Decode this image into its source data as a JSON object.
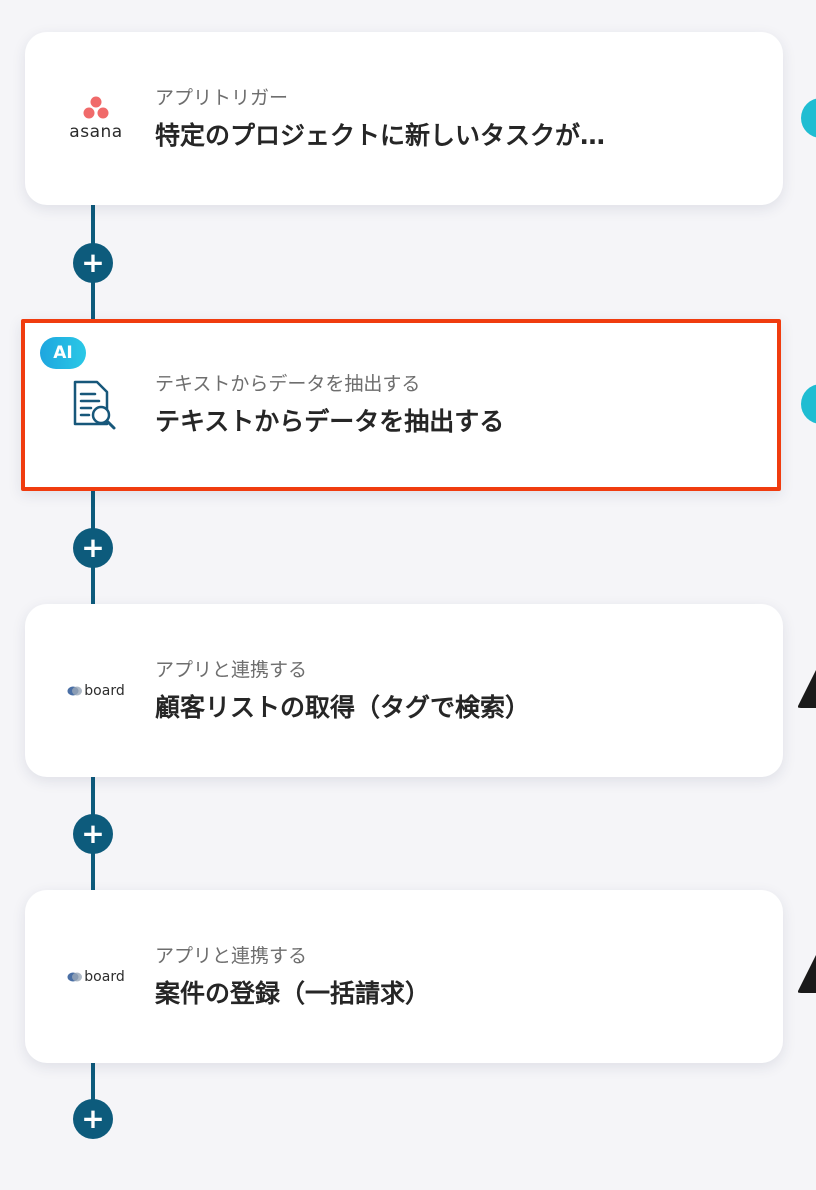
{
  "flow": {
    "steps": [
      {
        "subtitle": "アプリトリガー",
        "title": "特定のプロジェクトに新しいタスクが…",
        "app_icon": "asana-logo",
        "app_logo_text": "asana"
      },
      {
        "badge": "AI",
        "subtitle": "テキストからデータを抽出する",
        "title": "テキストからデータを抽出する",
        "app_icon": "document-search-icon"
      },
      {
        "subtitle": "アプリと連携する",
        "title": "顧客リストの取得（タグで検索）",
        "app_icon": "board-logo",
        "app_logo_text": "board"
      },
      {
        "subtitle": "アプリと連携する",
        "title": "案件の登録（一括請求）",
        "app_icon": "board-logo",
        "app_logo_text": "board"
      }
    ],
    "add_step_label": "+"
  },
  "colors": {
    "flow_line": "#0d5b7c",
    "selected_border": "#f03c0f",
    "ai_badge": "#1ea6df",
    "status_ok": "#1fbdd2",
    "status_warning": "#1a1a1a"
  }
}
